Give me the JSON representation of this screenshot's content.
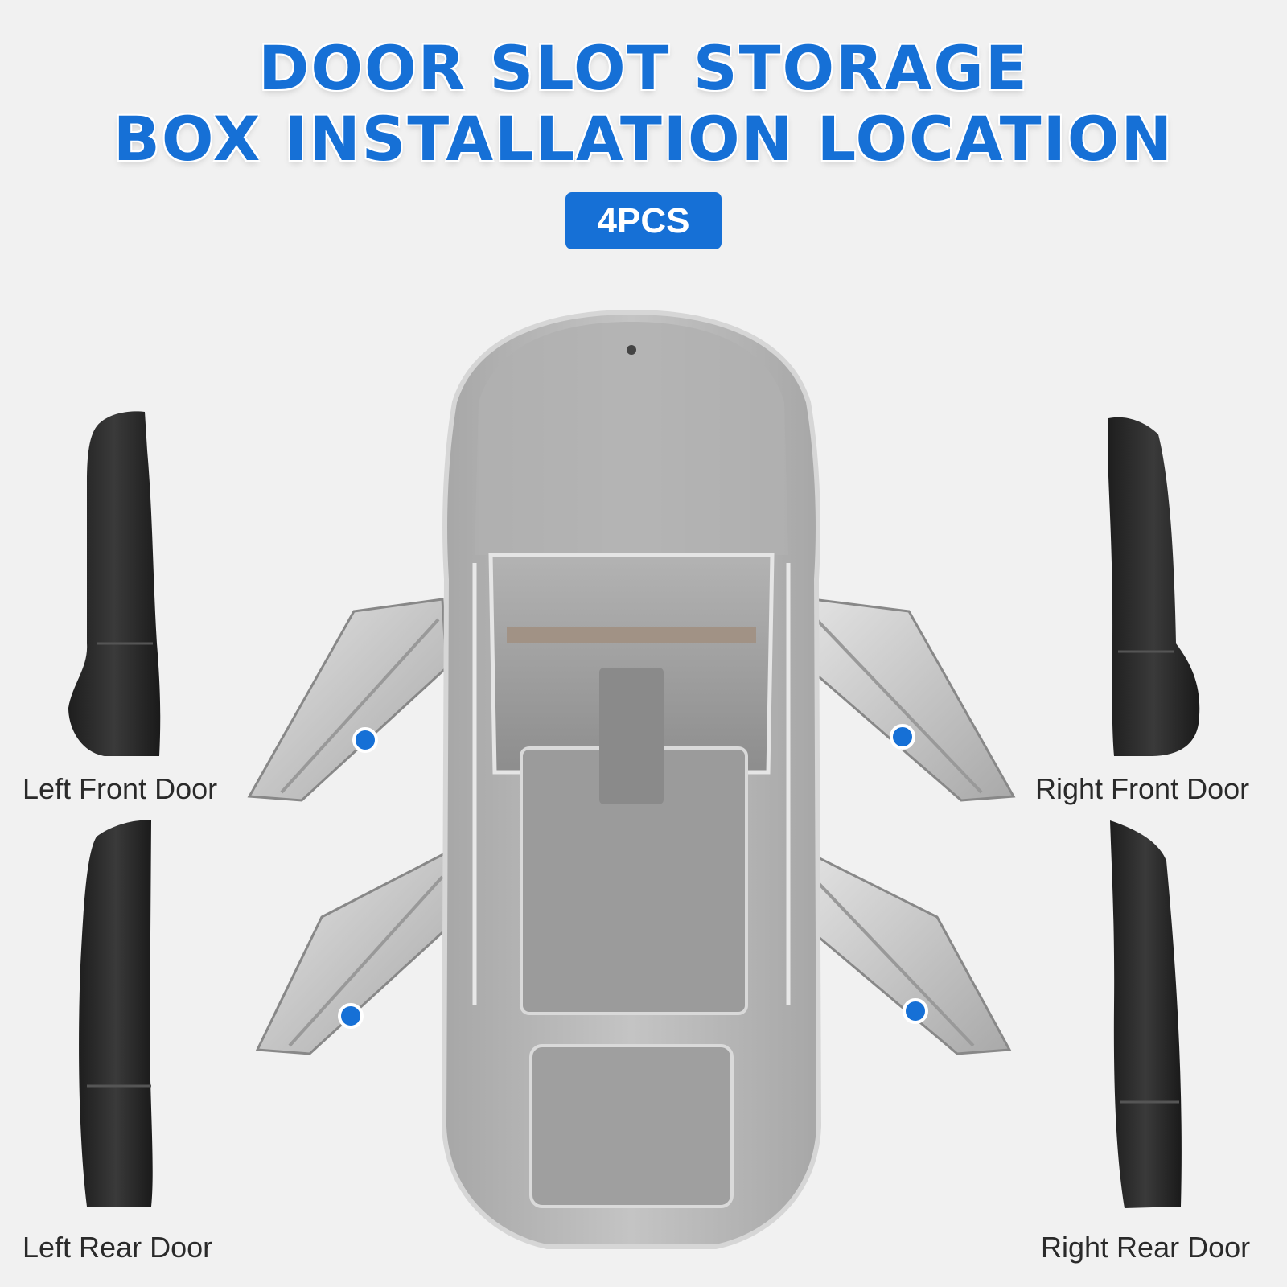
{
  "title": {
    "line1": "DOOR SLOT STORAGE",
    "line2": "BOX INSTALLATION LOCATION"
  },
  "badge": "4PCS",
  "doors": {
    "left_front": "Left Front Door",
    "right_front": "Right Front Door",
    "left_rear": "Left Rear Door",
    "right_rear": "Right Rear Door"
  },
  "colors": {
    "accent": "#1670d6",
    "background": "#f1f1f1",
    "product": "#2b2b2b"
  }
}
